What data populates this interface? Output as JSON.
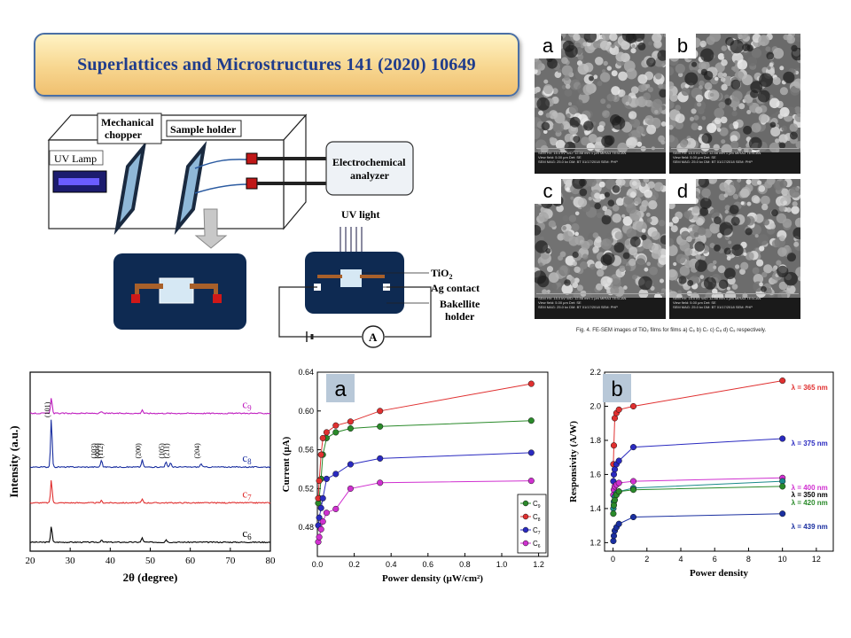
{
  "banner": {
    "text": "Superlattices and Microstructures 141 (2020) 10649"
  },
  "setup": {
    "mechanical_chopper": [
      "Mechanical",
      "chopper"
    ],
    "sample_holder": "Sample holder",
    "uv_lamp": "UV Lamp",
    "analyzer": [
      "Electrochemical",
      "analyzer"
    ],
    "uv_light": "UV light",
    "tio2": "TiO",
    "tio2_sub": "2",
    "ag_contact": "Ag contact",
    "bakelite": [
      "Bakellite",
      "holder"
    ],
    "ammeter": "A"
  },
  "sem": {
    "labels": [
      "a",
      "b",
      "c",
      "d"
    ],
    "caption": "Fig. 4.  FE-SEM images of TiO₂ films for films a) C₆ b) C₇ c) C₈ d) C₉ respectively.",
    "bar_text": [
      "SEM HV: 15.0 kV   WD: 12.88 mm   1 µm   MIRA3 TESCAN",
      "View field: 5.00 µm   Det: SE",
      "SEM MAG: 25.0 kx   DM: BT 01/17/2018   SEM: PHP"
    ]
  },
  "colors": {
    "c6": "#000000",
    "c7": "#e03030",
    "c8": "#1a2fa0",
    "c9": "#c020c0",
    "banner_text": "#1f3c8c"
  },
  "chart_data": [
    {
      "type": "line",
      "title": "",
      "xlabel": "2θ (degree)",
      "ylabel": "Intensity (a.u.)",
      "xlim": [
        20,
        80
      ],
      "xticks": [
        "20",
        "30",
        "40",
        "50",
        "60",
        "70",
        "80"
      ],
      "grid": false,
      "series": [
        {
          "name": "c₆",
          "label_base": "c",
          "label_sub": "6",
          "offset": 0.05,
          "peaks": [
            [
              25.3,
              0.09
            ],
            [
              48.0,
              0.025
            ],
            [
              54.0,
              0.015
            ],
            [
              37.8,
              0.012
            ]
          ]
        },
        {
          "name": "c₇",
          "label_base": "c",
          "label_sub": "7",
          "offset": 0.27,
          "peaks": [
            [
              25.3,
              0.13
            ],
            [
              48.0,
              0.02
            ],
            [
              37.8,
              0.012
            ]
          ]
        },
        {
          "name": "c₈",
          "label_base": "c",
          "label_sub": "8",
          "offset": 0.47,
          "peaks": [
            [
              25.3,
              0.27
            ],
            [
              37.8,
              0.04
            ],
            [
              48.0,
              0.04
            ],
            [
              53.9,
              0.03
            ],
            [
              55.1,
              0.025
            ],
            [
              62.7,
              0.02
            ]
          ]
        },
        {
          "name": "c₉",
          "label_base": "c",
          "label_sub": "9",
          "offset": 0.77,
          "peaks": [
            [
              25.3,
              0.09
            ],
            [
              48.0,
              0.02
            ],
            [
              37.8,
              0.01
            ]
          ]
        }
      ],
      "annotations": [
        {
          "text": "(101)",
          "x": 25.3
        },
        {
          "text": "(103)",
          "x": 36.9
        },
        {
          "text": "(004)",
          "x": 37.8
        },
        {
          "text": "(112)",
          "x": 38.6
        },
        {
          "text": "(200)",
          "x": 48.0
        },
        {
          "text": "(105)",
          "x": 53.9
        },
        {
          "text": "(211)",
          "x": 55.1
        },
        {
          "text": "(204)",
          "x": 62.7
        }
      ]
    },
    {
      "type": "line",
      "panel_label": "a",
      "xlabel": "Power density (µW/cm²)",
      "ylabel": "Current (µA)",
      "xlim": [
        0,
        1.25
      ],
      "ylim": [
        0.45,
        0.64
      ],
      "xticks": [
        0.0,
        0.2,
        0.4,
        0.6,
        0.8,
        1.0,
        1.2
      ],
      "yticks": [
        0.48,
        0.52,
        0.56,
        0.6,
        0.64
      ],
      "legend": "bottom-right",
      "x": [
        0.005,
        0.01,
        0.02,
        0.03,
        0.05,
        0.1,
        0.18,
        0.34,
        1.16
      ],
      "series": [
        {
          "name": "C₉",
          "color": "#2a8a2a",
          "values": [
            0.505,
            0.51,
            0.53,
            0.555,
            0.572,
            0.578,
            0.582,
            0.584,
            0.59
          ]
        },
        {
          "name": "C₈",
          "color": "#e03030",
          "values": [
            0.51,
            0.528,
            0.555,
            0.572,
            0.578,
            0.585,
            0.589,
            0.6,
            0.628
          ]
        },
        {
          "name": "C₇",
          "color": "#2a2ac0",
          "values": [
            0.482,
            0.49,
            0.5,
            0.51,
            0.53,
            0.535,
            0.545,
            0.551,
            0.557
          ]
        },
        {
          "name": "C₆",
          "color": "#d030d0",
          "values": [
            0.465,
            0.47,
            0.478,
            0.486,
            0.495,
            0.499,
            0.52,
            0.526,
            0.528
          ]
        }
      ],
      "legend_entries": [
        {
          "base": "C",
          "sub": "9"
        },
        {
          "base": "C",
          "sub": "8"
        },
        {
          "base": "C",
          "sub": "7"
        },
        {
          "base": "C",
          "sub": "6"
        }
      ]
    },
    {
      "type": "line",
      "panel_label": "b",
      "xlabel": "Power density",
      "ylabel": "Responsivity (A/W)",
      "xlim": [
        -0.5,
        13
      ],
      "ylim": [
        1.15,
        2.2
      ],
      "xticks": [
        0,
        2,
        4,
        6,
        8,
        10,
        12
      ],
      "yticks": [
        1.2,
        1.4,
        1.6,
        1.8,
        2.0,
        2.2
      ],
      "x": [
        0.02,
        0.05,
        0.1,
        0.2,
        0.35,
        1.2,
        10
      ],
      "series": [
        {
          "name": "λ = 365 nm",
          "color": "#e03030",
          "values": [
            1.66,
            1.77,
            1.93,
            1.96,
            1.98,
            2.0,
            2.15
          ]
        },
        {
          "name": "λ = 375 nm",
          "color": "#2a2ac0",
          "values": [
            1.56,
            1.6,
            1.63,
            1.66,
            1.68,
            1.76,
            1.81
          ]
        },
        {
          "name": "λ = 400 nm",
          "color": "#d030d0",
          "values": [
            1.48,
            1.51,
            1.53,
            1.54,
            1.55,
            1.56,
            1.58
          ]
        },
        {
          "name": "λ = 350 nm",
          "color": "#1a8a8a",
          "values": [
            1.4,
            1.44,
            1.47,
            1.49,
            1.5,
            1.52,
            1.56
          ]
        },
        {
          "name": "λ = 420 nm",
          "color": "#2a8a2a",
          "values": [
            1.37,
            1.42,
            1.45,
            1.48,
            1.5,
            1.51,
            1.53
          ]
        },
        {
          "name": "λ = 439 nm",
          "color": "#1a2fa0",
          "values": [
            1.21,
            1.24,
            1.27,
            1.29,
            1.31,
            1.35,
            1.37
          ]
        }
      ],
      "series_label_colors": [
        "#e03030",
        "#2a2ac0",
        "#d030d0",
        "#000000",
        "#2a8a2a",
        "#1a2fa0"
      ]
    }
  ]
}
